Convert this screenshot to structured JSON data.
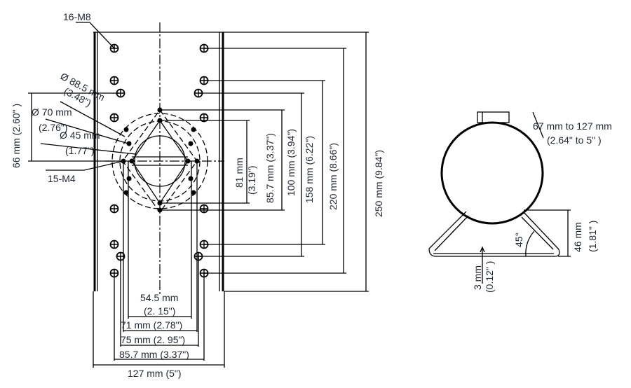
{
  "labels": {
    "bolt_holes": "16-M8",
    "screw_holes": "15-M4",
    "dia_88_mm": "Ø 88.5 mm",
    "dia_88_in": "(3.48\")",
    "dia_70_mm": "Ø 70 mm",
    "dia_70_in": "(2.76\")",
    "dia_45_mm": "Ø 45 mm",
    "dia_45_in": "(1.77\")",
    "left_66": "66 mm (2.60\" )"
  },
  "right_dims": {
    "d81_mm": "81 mm",
    "d81_in": "(3.19\")",
    "d85": "85.7 mm (3.37\")",
    "d100": "100 mm (3.94\")",
    "d158": "158 mm (6.22\")",
    "d220": "220 mm (8.66\")",
    "d250": "250 mm (9.84\")"
  },
  "bottom_dims": {
    "d54_mm": "54.5 mm",
    "d54_in": "(2. 15\")",
    "d71": "71 mm (2.78\")",
    "d75": "75 mm (2. 95\")",
    "d85": "85.7 mm (3.37\")",
    "d127": "127 mm (5\")"
  },
  "clamp": {
    "range_mm": "67 mm to 127 mm",
    "range_in": "(2.64\" to 5\" )",
    "angle": "45°",
    "height_mm": "46 mm",
    "height_in": "(1.81\" )",
    "thick_mm": "3 mm",
    "thick_in": "(0.12\" )"
  }
}
